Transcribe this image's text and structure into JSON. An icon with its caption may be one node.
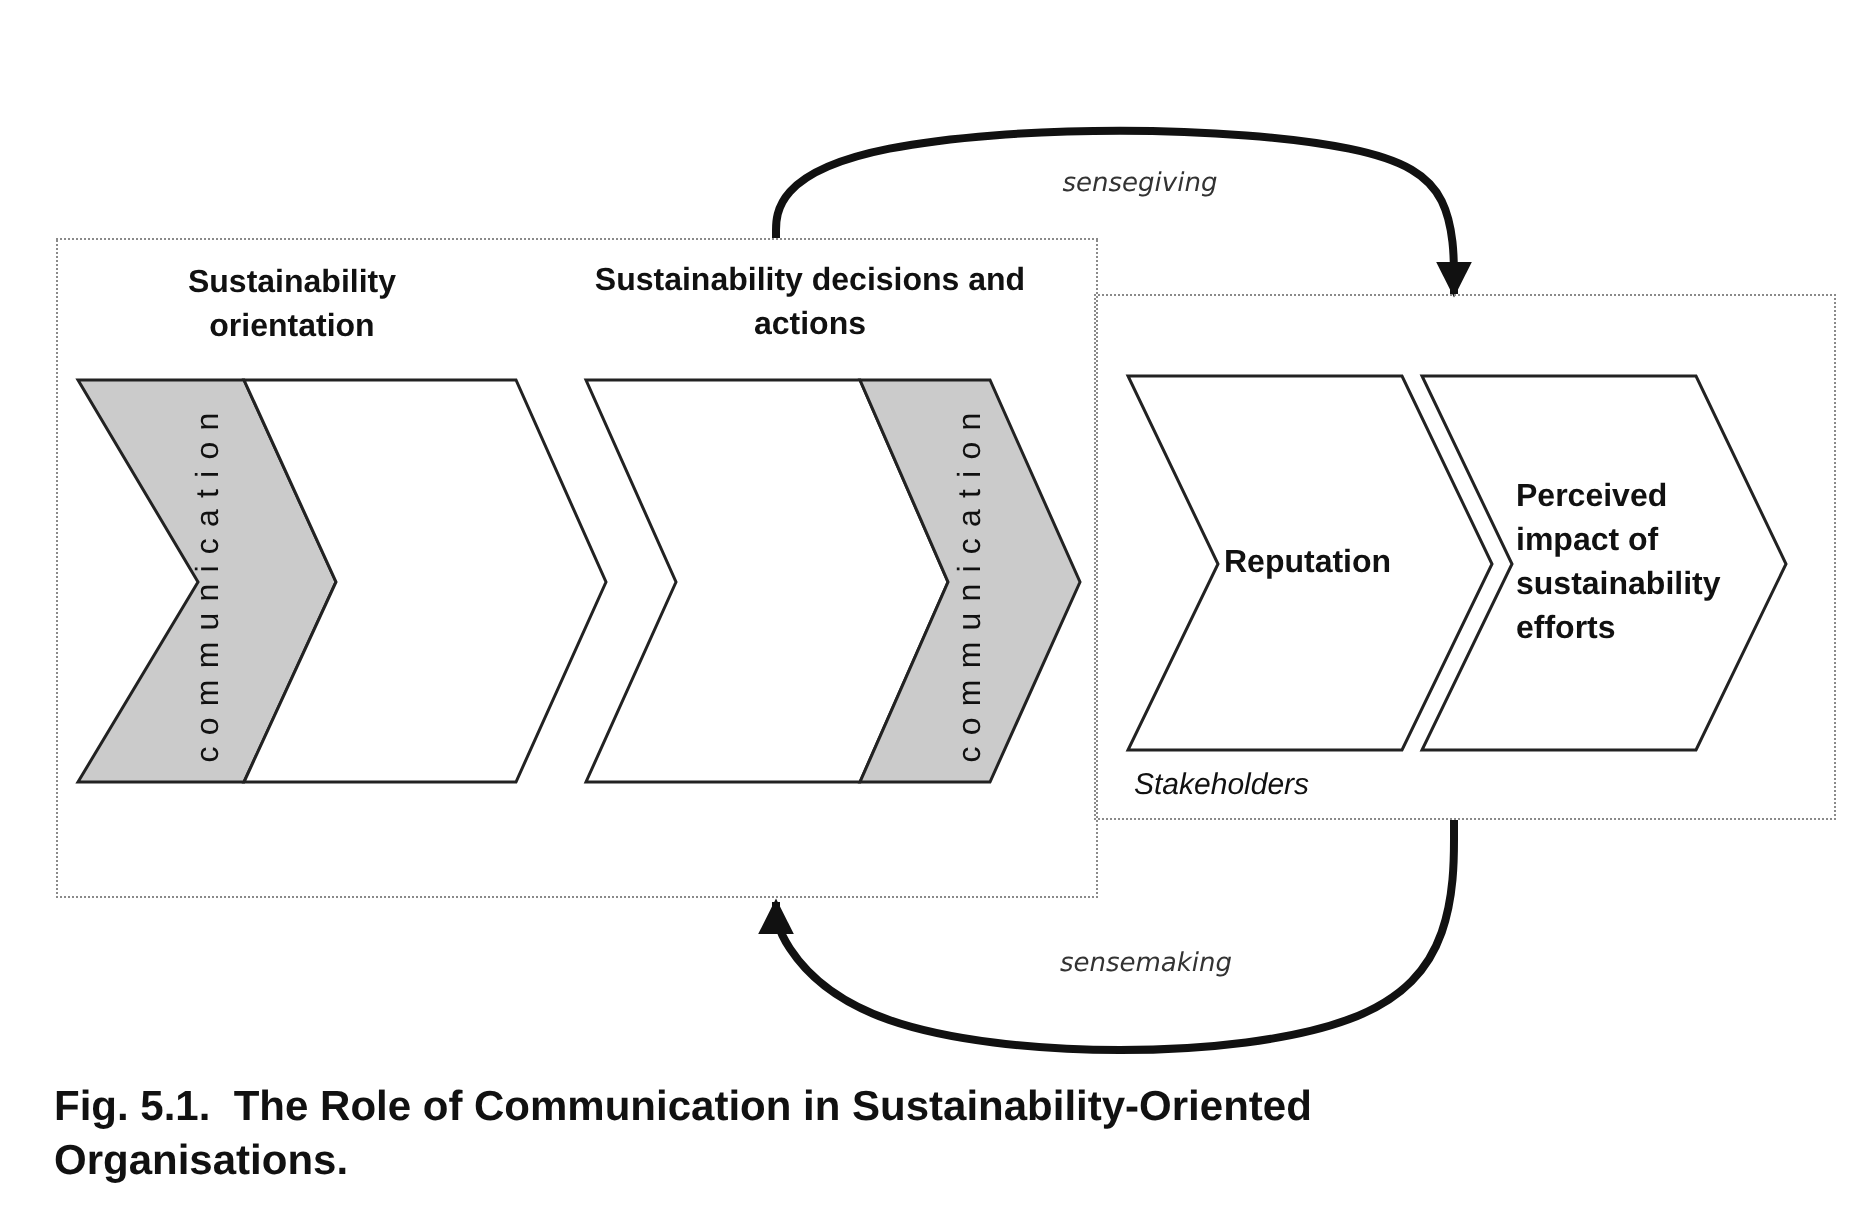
{
  "diagram": {
    "caption": "Fig. 5.1.  The Role of Communication in Sustainability-Oriented Organisations.",
    "nodes": [
      {
        "text": [],
        "shape": "box"
      },
      {
        "text": [
          "communication"
        ],
        "in": 0
      },
      {
        "text": [],
        "shape": "chevron",
        "in": 0
      },
      {
        "text": [],
        "shape": "chevron",
        "in": 0
      },
      {
        "text": [
          "communication"
        ],
        "in": 0
      },
      {
        "text": [
          "Stakeholders"
        ]
      },
      {
        "text": [
          "Reputation"
        ],
        "in": 5
      },
      {
        "text": [
          "Perceived impact of sustainability efforts"
        ],
        "in": 5
      }
    ],
    "edges": [
      {
        "from": 0,
        "to": 5,
        "arrow": "to",
        "label": "sensegiving"
      },
      {
        "from": 5,
        "to": 0,
        "arrow": "to",
        "label": "sensemaking"
      }
    ],
    "labels": [
      "Sustainability orientation",
      "Sustainability decisions and actions"
    ]
  }
}
